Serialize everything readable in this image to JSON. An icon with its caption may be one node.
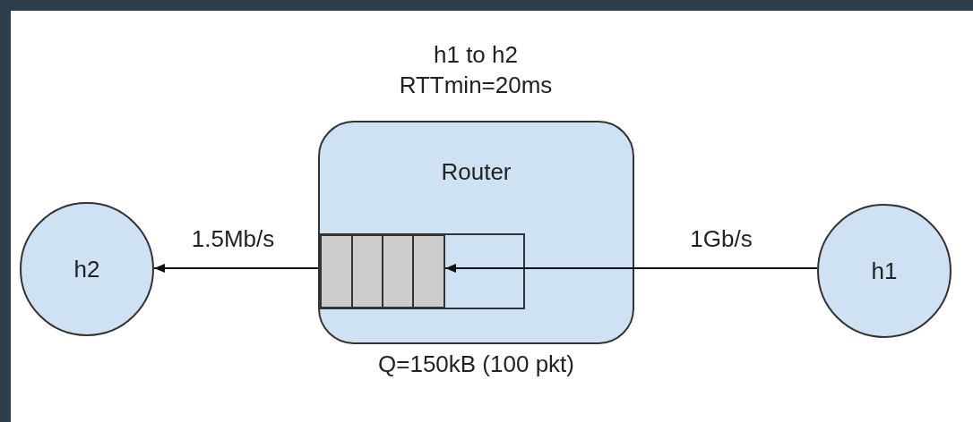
{
  "diagram": {
    "nodes": [
      {
        "text": [
          "h2"
        ]
      },
      {
        "text": [
          "Router"
        ],
        "beside": [
          "h1 to h2 RTTmin=20ms",
          "Q=150kB (100 pkt)"
        ]
      },
      {
        "text": [],
        "shape": "box",
        "in": 1
      },
      {
        "text": [
          "h1"
        ]
      }
    ],
    "edges": [
      {
        "from": 1,
        "to": 0,
        "arrow": "to",
        "label": "1.5Mb/s"
      },
      {
        "from": 3,
        "to": 2,
        "arrow": "to",
        "label": "1Gb/s"
      }
    ]
  }
}
